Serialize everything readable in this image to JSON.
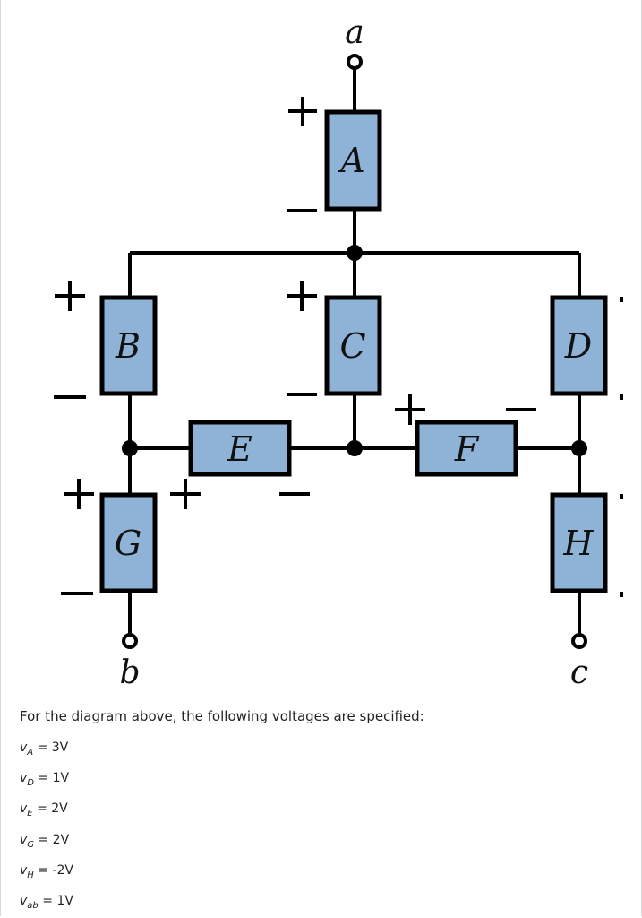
{
  "diagram": {
    "terminals": {
      "a": "a",
      "b": "b",
      "c": "c"
    },
    "components": {
      "A": "A",
      "B": "B",
      "C": "C",
      "D": "D",
      "E": "E",
      "F": "F",
      "G": "G",
      "H": "H"
    },
    "colors": {
      "component_fill": "#8fb3d6",
      "wire": "#000000"
    }
  },
  "text": {
    "intro": "For the diagram above, the following voltages are specified:",
    "voltages": [
      {
        "var": "v",
        "sub": "A",
        "value": " = 3V"
      },
      {
        "var": "v",
        "sub": "D",
        "value": " = 1V"
      },
      {
        "var": "v",
        "sub": "E",
        "value": " = 2V"
      },
      {
        "var": "v",
        "sub": "G",
        "value": " = 2V"
      },
      {
        "var": "v",
        "sub": "H",
        "value": " = -2V"
      },
      {
        "var": "v",
        "sub": "ab",
        "value": " = 1V"
      }
    ]
  }
}
